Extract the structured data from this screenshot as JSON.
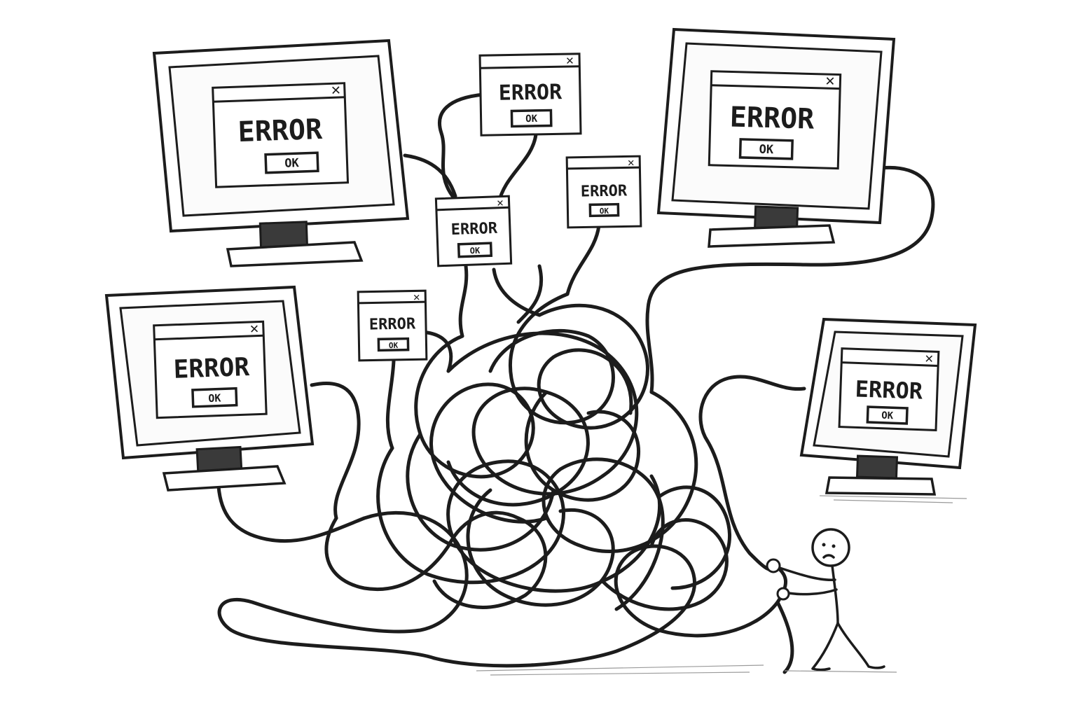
{
  "dialog": {
    "message": "ERROR",
    "button_label": "OK",
    "close_glyph": "✕"
  },
  "monitors": [
    {
      "name": "monitor-top-left"
    },
    {
      "name": "monitor-top-right"
    },
    {
      "name": "monitor-mid-left"
    },
    {
      "name": "monitor-mid-right"
    }
  ],
  "floating_dialogs": [
    {
      "name": "popup-top-center"
    },
    {
      "name": "popup-center"
    },
    {
      "name": "popup-center-right"
    },
    {
      "name": "popup-left"
    }
  ],
  "colors": {
    "ink": "#1c1c1c",
    "paper": "#ffffff",
    "stand": "#3a3a3a"
  },
  "icons": [
    "monitor-icon",
    "error-dialog-icon",
    "close-icon",
    "tangled-cable",
    "stick-figure"
  ]
}
